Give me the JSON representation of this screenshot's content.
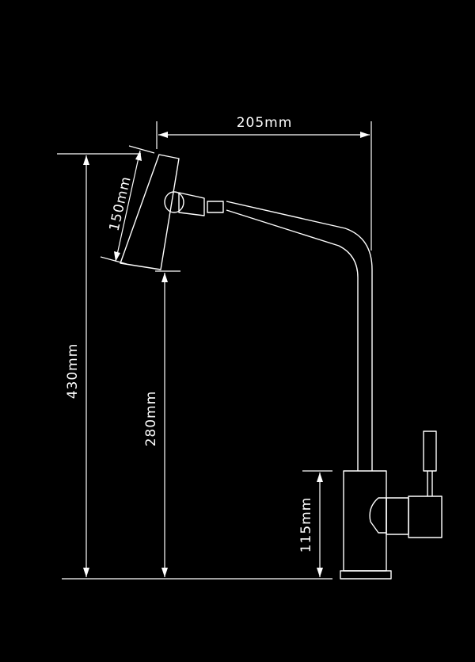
{
  "diagram": {
    "background_color": "#000000",
    "line_color": "#ffffff",
    "dimensions": {
      "width_label": "205mm",
      "spout_head_label": "150mm",
      "total_height_label": "430mm",
      "outlet_height_label": "280mm",
      "body_height_label": "115mm"
    }
  }
}
